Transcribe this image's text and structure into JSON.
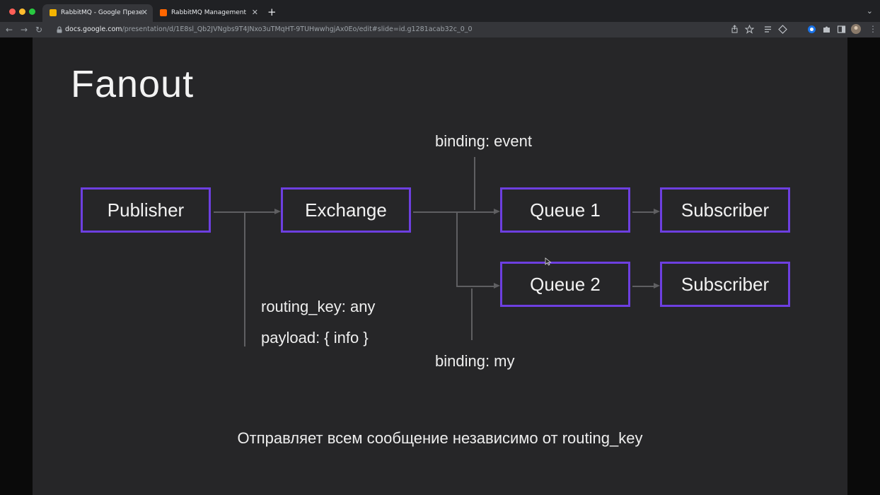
{
  "browser": {
    "tabs": [
      {
        "title": "RabbitMQ - Google Презентации",
        "active": true,
        "favicon": "google-slides-icon"
      },
      {
        "title": "RabbitMQ Management",
        "active": false,
        "favicon": "rabbitmq-icon"
      }
    ],
    "new_tab_label": "+",
    "url_host": "docs.google.com",
    "url_path": "/presentation/d/1E8sl_Qb2JVNgbs9T4JNxo3uTMqHT-9TUHwwhgjAx0Eo/edit#slide=id.g1281acab32c_0_0"
  },
  "slide": {
    "title": "Fanout",
    "boxes": {
      "publisher": "Publisher",
      "exchange": "Exchange",
      "queue1": "Queue 1",
      "queue2": "Queue 2",
      "subscriber1": "Subscriber",
      "subscriber2": "Subscriber"
    },
    "labels": {
      "binding_event": "binding: event",
      "binding_my": "binding: my",
      "routing_key": "routing_key: any",
      "payload": "payload: { info }"
    },
    "caption": "Отправляет всем сообщение независимо от routing_key"
  },
  "colors": {
    "box_border": "#6d3fe0",
    "slide_bg": "#262628",
    "connector": "#5f5f62"
  }
}
